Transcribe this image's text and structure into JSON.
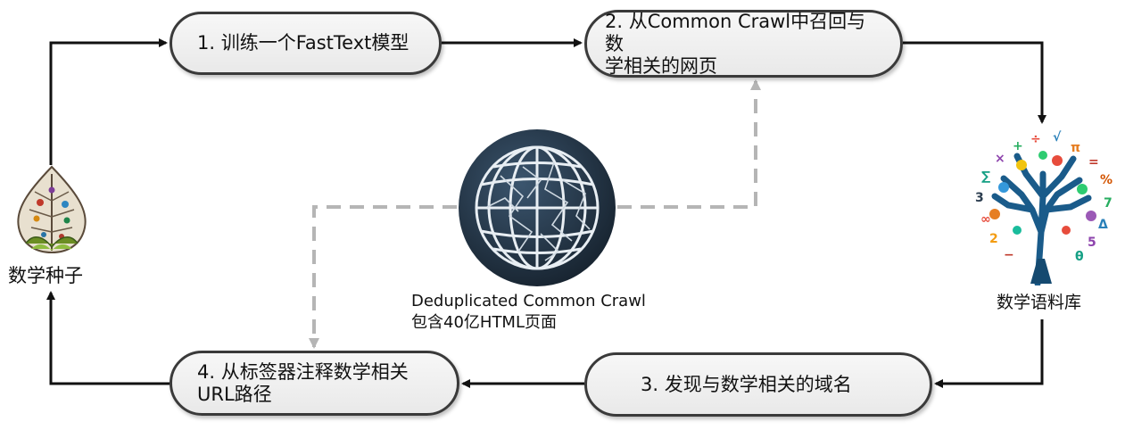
{
  "steps": {
    "step1": "1. 训练一个FastText模型",
    "step2_line1": "2. 从Common Crawl中召回与数",
    "step2_line2": "学相关的网页",
    "step3": "3. 发现与数学相关的域名",
    "step4_line1": "4. 从标签器注释数学相关",
    "step4_line2": "URL路径"
  },
  "nodes": {
    "seed_label": "数学种子",
    "corpus_label": "数学语料库",
    "cc_line1": "Deduplicated Common Crawl",
    "cc_line2": "包含40亿HTML页面"
  },
  "icons": {
    "seed": "leaf-seed-icon",
    "corpus": "math-tree-icon",
    "web": "globe-icon"
  },
  "colors": {
    "arrow": "#111111",
    "dashed": "#b5b5b5",
    "box_border": "#3a3a3a",
    "globe": "#1e2f3f"
  }
}
